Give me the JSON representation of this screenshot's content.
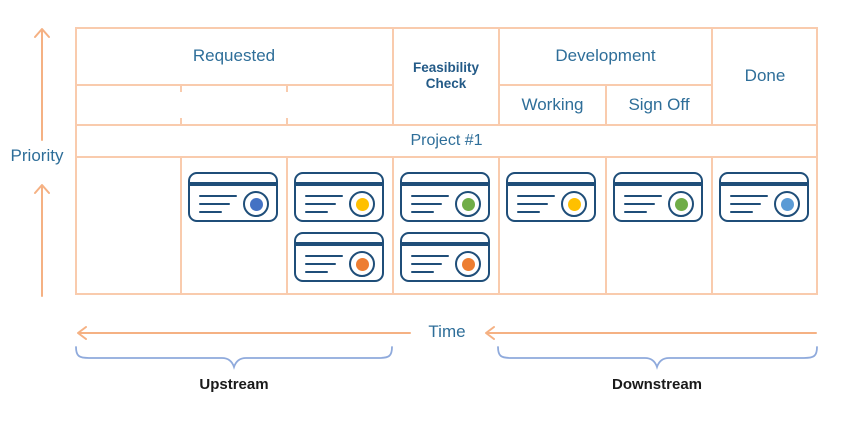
{
  "board": {
    "headers": {
      "requested": "Requested",
      "feasibility_check": "Feasibility Check",
      "development": "Development",
      "working": "Working",
      "sign_off": "Sign Off",
      "done": "Done"
    },
    "swimlane_label": "Project #1",
    "cards": [
      {
        "lane": "Project #1",
        "column": "Requested",
        "col": 1,
        "row": 0,
        "dot": "blue",
        "color": "#4472C4"
      },
      {
        "lane": "Project #1",
        "column": "Requested",
        "col": 2,
        "row": 0,
        "dot": "yellow",
        "color": "#FFC000"
      },
      {
        "lane": "Project #1",
        "column": "Requested",
        "col": 2,
        "row": 1,
        "dot": "orange",
        "color": "#ED7D31"
      },
      {
        "lane": "Project #1",
        "column": "Feasibility Check",
        "col": 3,
        "row": 0,
        "dot": "green",
        "color": "#70AD47"
      },
      {
        "lane": "Project #1",
        "column": "Feasibility Check",
        "col": 3,
        "row": 1,
        "dot": "orange",
        "color": "#ED7D31"
      },
      {
        "lane": "Project #1",
        "column": "Working",
        "col": 4,
        "row": 0,
        "dot": "yellow",
        "color": "#FFC000"
      },
      {
        "lane": "Project #1",
        "column": "Sign Off",
        "col": 5,
        "row": 0,
        "dot": "green",
        "color": "#70AD47"
      },
      {
        "lane": "Project #1",
        "column": "Done",
        "col": 6,
        "row": 0,
        "dot": "light-blue",
        "color": "#5B9BD5"
      }
    ]
  },
  "axes": {
    "priority_label": "Priority",
    "time_label": "Time"
  },
  "annotations": {
    "upstream_label": "Upstream",
    "downstream_label": "Downstream"
  },
  "colors": {
    "grid_line": "#F9CBAD",
    "axis_arrow": "#F5B183",
    "brace": "#8FAADC",
    "heading_text": "#2E6E99",
    "feasibility_text": "#235A87",
    "card_outline": "#1F4E79",
    "annotation_text": "#1A1A1A",
    "dot_blue": "#4472C4",
    "dot_yellow": "#FFC000",
    "dot_orange": "#ED7D31",
    "dot_green": "#70AD47",
    "dot_light_blue": "#5B9BD5"
  }
}
